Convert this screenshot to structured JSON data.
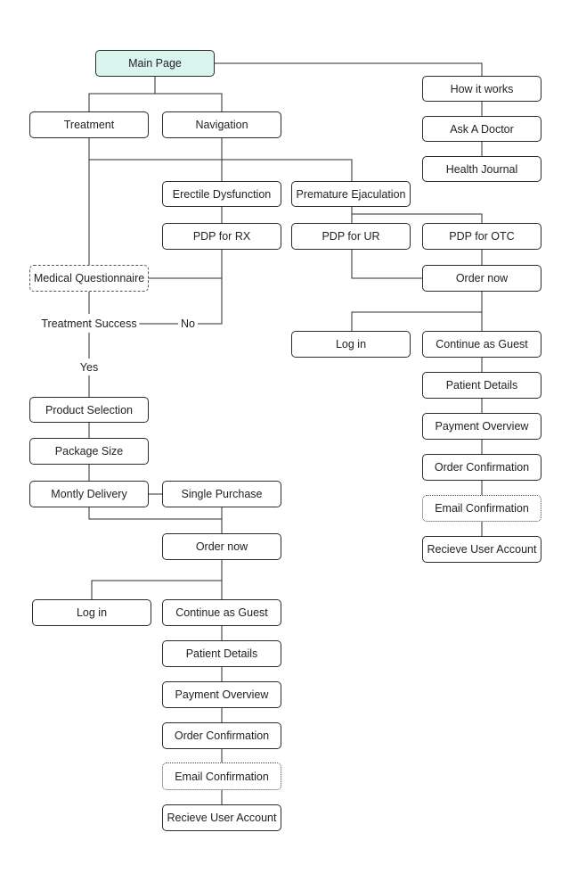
{
  "colors": {
    "main_fill": "#d9f5ee",
    "stroke": "#2b2b2b"
  },
  "nodes": {
    "main_page": "Main Page",
    "how_it_works": "How it works",
    "ask_a_doctor": "Ask A Doctor",
    "health_journal": "Health Journal",
    "treatment": "Treatment",
    "navigation": "Navigation",
    "erectile_dysfunction": "Erectile Dysfunction",
    "premature_ejaculation": "Premature Ejaculation",
    "pdp_rx": "PDP for RX",
    "pdp_ur": "PDP for UR",
    "pdp_otc": "PDP for OTC",
    "medical_questionnaire": "Medical Questionnaire",
    "order_now_right": "Order now",
    "log_in_right": "Log in",
    "continue_guest_right": "Continue as Guest",
    "patient_details_right": "Patient Details",
    "payment_overview_right": "Payment Overview",
    "order_confirmation_right": "Order Confirmation",
    "email_confirmation_right": "Email Confirmation",
    "receive_account_right": "Recieve User Account",
    "product_selection": "Product Selection",
    "package_size": "Package Size",
    "monthly_delivery": "Montly Delivery",
    "single_purchase": "Single Purchase",
    "order_now_left": "Order now",
    "log_in_left": "Log in",
    "continue_guest_left": "Continue as Guest",
    "patient_details_left": "Patient Details",
    "payment_overview_left": "Payment Overview",
    "order_confirmation_left": "Order Confirmation",
    "email_confirmation_left": "Email Confirmation",
    "receive_account_left": "Recieve User Account"
  },
  "labels": {
    "treatment_success": "Treatment Success",
    "no": "No",
    "yes": "Yes"
  }
}
